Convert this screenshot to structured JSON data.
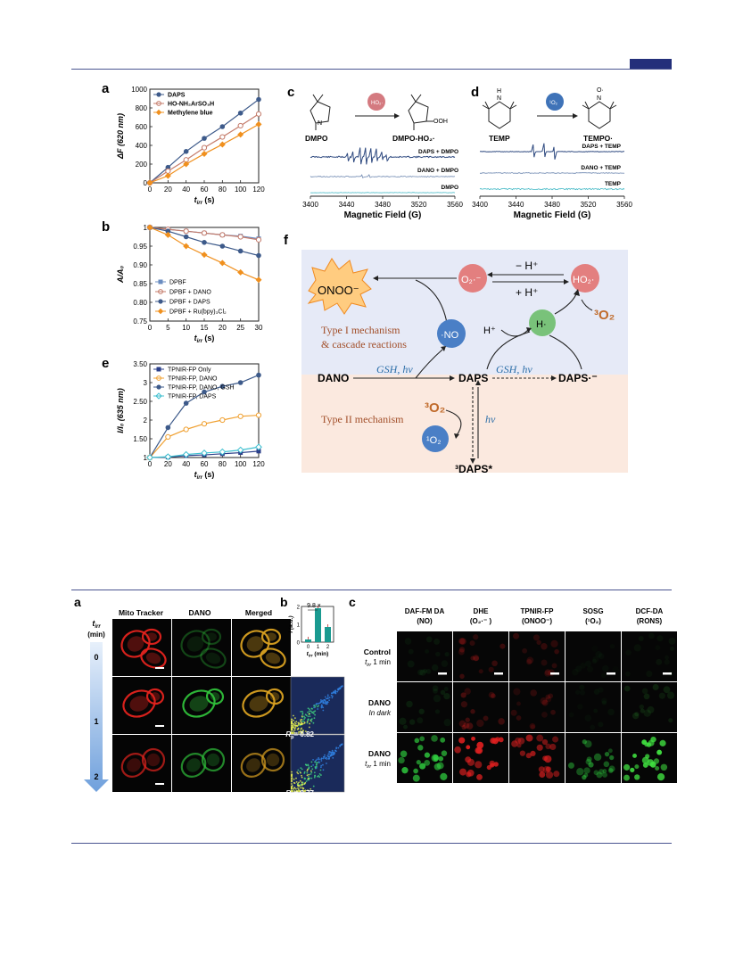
{
  "panel_letters": {
    "a": "a",
    "b": "b",
    "c": "c",
    "d": "d",
    "e": "e",
    "f": "f",
    "a2": "a",
    "b2": "b",
    "c2": "c"
  },
  "chart_data": [
    {
      "type": "scatter",
      "panel": "a",
      "xlabel": "t",
      "xlabel_sub": "irr",
      "xunit": "(s)",
      "ylabel": "ΔF (620 nm)",
      "xlim": [
        0,
        120
      ],
      "ylim": [
        0,
        1000
      ],
      "xticks": [
        0,
        20,
        40,
        60,
        80,
        100,
        120
      ],
      "yticks": [
        0,
        200,
        400,
        600,
        800,
        1000
      ],
      "legend": "top-left",
      "series": [
        {
          "name": "DAPS",
          "color": "#3d5a8a",
          "marker": "filled-circle",
          "x": [
            0,
            20,
            40,
            60,
            80,
            100,
            120
          ],
          "y": [
            0,
            165,
            335,
            475,
            600,
            745,
            890
          ]
        },
        {
          "name": "HO-NH₂ArSO₃H",
          "color": "#c47b6a",
          "marker": "open-circle",
          "x": [
            0,
            20,
            40,
            60,
            80,
            100,
            120
          ],
          "y": [
            0,
            125,
            245,
            375,
            490,
            610,
            735
          ]
        },
        {
          "name": "Methylene blue",
          "color": "#f0901e",
          "marker": "diamond",
          "x": [
            0,
            20,
            40,
            60,
            80,
            100,
            120
          ],
          "y": [
            0,
            75,
            200,
            310,
            410,
            515,
            625
          ]
        }
      ]
    },
    {
      "type": "scatter",
      "panel": "b",
      "xlabel": "t",
      "xlabel_sub": "irr",
      "xunit": "(s)",
      "ylabel": "A/A₀",
      "xlim": [
        0,
        30
      ],
      "ylim": [
        0.75,
        1.0
      ],
      "xticks": [
        0,
        5,
        10,
        15,
        20,
        25,
        30
      ],
      "yticks": [
        0.75,
        0.8,
        0.85,
        0.9,
        0.95,
        1.0
      ],
      "legend": "bottom-left",
      "series": [
        {
          "name": "DPBF",
          "color": "#6a8cc0",
          "marker": "square",
          "x": [
            0,
            5,
            10,
            15,
            20,
            25,
            30
          ],
          "y": [
            1.0,
            0.995,
            0.99,
            0.985,
            0.98,
            0.977,
            0.97
          ]
        },
        {
          "name": "DPBF + DANO",
          "color": "#c47b6a",
          "marker": "open-circle",
          "x": [
            0,
            5,
            10,
            15,
            20,
            25,
            30
          ],
          "y": [
            1.0,
            0.995,
            0.99,
            0.985,
            0.98,
            0.975,
            0.967
          ]
        },
        {
          "name": "DPBF + DAPS",
          "color": "#3d5a8a",
          "marker": "filled-circle",
          "x": [
            0,
            5,
            10,
            15,
            20,
            25,
            30
          ],
          "y": [
            1.0,
            0.99,
            0.975,
            0.96,
            0.95,
            0.937,
            0.925
          ]
        },
        {
          "name": "DPBF + Ru(bpy)₃Cl₂",
          "color": "#f0901e",
          "marker": "diamond",
          "x": [
            0,
            5,
            10,
            15,
            20,
            25,
            30
          ],
          "y": [
            1.0,
            0.98,
            0.95,
            0.927,
            0.905,
            0.88,
            0.86
          ]
        }
      ]
    },
    {
      "type": "line",
      "panel": "e",
      "xlabel": "t",
      "xlabel_sub": "irr",
      "xunit": "(s)",
      "ylabel": "I/I₀ (635 nm)",
      "xlim": [
        0,
        120
      ],
      "ylim": [
        1.0,
        3.5
      ],
      "xticks": [
        0,
        20,
        40,
        60,
        80,
        100,
        120
      ],
      "yticks": [
        1.0,
        1.5,
        2.0,
        2.5,
        3.0,
        3.5
      ],
      "legend": "top-left",
      "series": [
        {
          "name": "TPNIR-FP Only",
          "color": "#2b3f8a",
          "marker": "square",
          "x": [
            0,
            20,
            40,
            60,
            80,
            100,
            120
          ],
          "y": [
            1.0,
            1.01,
            1.05,
            1.07,
            1.1,
            1.13,
            1.17
          ]
        },
        {
          "name": "TPNIR-FP, DANO",
          "color": "#f0a030",
          "marker": "open-circle",
          "x": [
            0,
            20,
            40,
            60,
            80,
            100,
            120
          ],
          "y": [
            1.0,
            1.55,
            1.75,
            1.9,
            2.0,
            2.1,
            2.13
          ]
        },
        {
          "name": "TPNIR-FP, DANO, GSH",
          "color": "#3d5a8a",
          "marker": "filled-circle",
          "x": [
            0,
            20,
            40,
            60,
            80,
            100,
            120
          ],
          "y": [
            1.0,
            1.8,
            2.45,
            2.75,
            2.9,
            3.0,
            3.2
          ]
        },
        {
          "name": "TPNIR-FP, DAPS",
          "color": "#40c0d0",
          "marker": "open-diamond",
          "x": [
            0,
            20,
            40,
            60,
            80,
            100,
            120
          ],
          "y": [
            1.0,
            1.02,
            1.08,
            1.12,
            1.15,
            1.2,
            1.28
          ]
        }
      ]
    },
    {
      "type": "line",
      "panel": "c",
      "xlabel": "Magnetic Field (G)",
      "xlim": [
        3400,
        3560
      ],
      "xticks": [
        3400,
        3440,
        3480,
        3520,
        3560
      ],
      "traces": [
        "DAPS + DMPO",
        "DANO + DMPO",
        "DMPO"
      ]
    },
    {
      "type": "line",
      "panel": "d",
      "xlabel": "Magnetic Field (G)",
      "xlim": [
        3400,
        3560
      ],
      "xticks": [
        3400,
        3440,
        3480,
        3520,
        3560
      ],
      "traces": [
        "DAPS + TEMP",
        "DANO + TEMP",
        "TEMP"
      ]
    },
    {
      "type": "bar",
      "panel": "b2",
      "xlabel": "t",
      "xlabel_sub": "irr",
      "xunit": "(min)",
      "ylabel": "I (a.u.)",
      "categories": [
        "0",
        "1",
        "2"
      ],
      "values": [
        0.15,
        1.9,
        0.85
      ],
      "ylim": [
        0,
        2
      ],
      "yticks": [
        0,
        1,
        2
      ],
      "annotation": "9.8 ×",
      "color": "#1a9a90"
    }
  ],
  "panel_c": {
    "mol_left": "DMPO",
    "mol_right": "DMPO-HO₂·",
    "reagent": "HO₂·",
    "traces": [
      "DAPS + DMPO",
      "DANO + DMPO",
      "DMPO"
    ]
  },
  "panel_d": {
    "mol_left": "TEMP",
    "mol_right": "TEMPO·",
    "reagent": "¹O₂",
    "traces": [
      "DAPS + TEMP",
      "DANO + TEMP",
      "TEMP"
    ]
  },
  "panel_f": {
    "onoo": "ONOO⁻",
    "o2_radical": "O₂·⁻",
    "ho2": "HO₂·",
    "h_minus": "− H⁺",
    "h_plus": "+ H⁺",
    "o2_triplet": "³O₂",
    "h_radical": "H·",
    "h_plus_small": "H⁺",
    "no": "·NO",
    "type1": "Type I mechanism",
    "cascade": "& cascade reactions",
    "dano": "DANO",
    "gsh_hv1": "GSH, hv",
    "daps": "DAPS",
    "gsh_hv2": "GSH, hv",
    "daps_anion": "DAPS·⁻",
    "type2": "Type II mechanism",
    "o2_triplet2": "³O₂",
    "hv": "hv",
    "singlet": "¹O₂",
    "daps_triplet": "³DAPS*"
  },
  "figure2": {
    "col_heads": [
      "Mito Tracker",
      "DANO",
      "Merged"
    ],
    "time_axis": "t",
    "time_sub": "irr",
    "time_unit": "(min)",
    "row_times": [
      "0",
      "1",
      "2"
    ],
    "rp1": "R",
    "rp1_sub": "p",
    "rp1_val": "= 0.82",
    "rp2": "R",
    "rp2_sub": "p",
    "rp2_val": "= 0.77"
  },
  "figure3": {
    "col_heads": [
      {
        "line1": "DAF-FM DA",
        "line2": "(NO)"
      },
      {
        "line1": "DHE",
        "line2": "(O₂·⁻ )"
      },
      {
        "line1": "TPNIR-FP",
        "line2": "(ONOO⁻)"
      },
      {
        "line1": "SOSG",
        "line2": "(¹O₂)"
      },
      {
        "line1": "DCF-DA",
        "line2": "(RONS)"
      }
    ],
    "rows": [
      {
        "label": "Control",
        "sub": "t",
        "sub2": "irr",
        "sub3": " 1 min"
      },
      {
        "label": "DANO",
        "sub": "In dark",
        "sub2": "",
        "sub3": ""
      },
      {
        "label": "DANO",
        "sub": "t",
        "sub2": "irr",
        "sub3": " 1 min"
      }
    ]
  },
  "colors": {
    "rule": "#4a5590",
    "tab": "#232f7a",
    "mech_top": "#e6eaf7",
    "mech_bottom": "#fbe9df",
    "type_text": "#a24f2a"
  }
}
